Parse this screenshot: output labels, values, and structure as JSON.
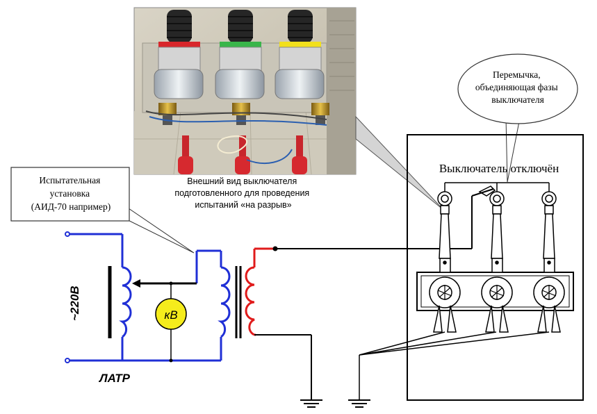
{
  "photo": {
    "caption_lines": [
      "Внешний вид выключателя",
      "подготовленного для проведения",
      "испытаний «на разрыв»"
    ],
    "phase_colors": [
      "#d8262b",
      "#39b54a",
      "#f2e01c"
    ]
  },
  "callouts": {
    "jumper": [
      "Перемычка,",
      "объединяющая фазы",
      "выключателя"
    ],
    "test_setup": [
      "Испытательная",
      "установка",
      "(АИД-70 например)"
    ]
  },
  "labels": {
    "breaker_state": "Выключатель отключён",
    "voltage": "~220В",
    "latr": "ЛАТР",
    "meter": "кВ"
  },
  "colors": {
    "primary_winding": "#1f2fd6",
    "hv_winding": "#e01b1b",
    "meter_fill": "#f5ec1c",
    "wiring": "#000000"
  }
}
